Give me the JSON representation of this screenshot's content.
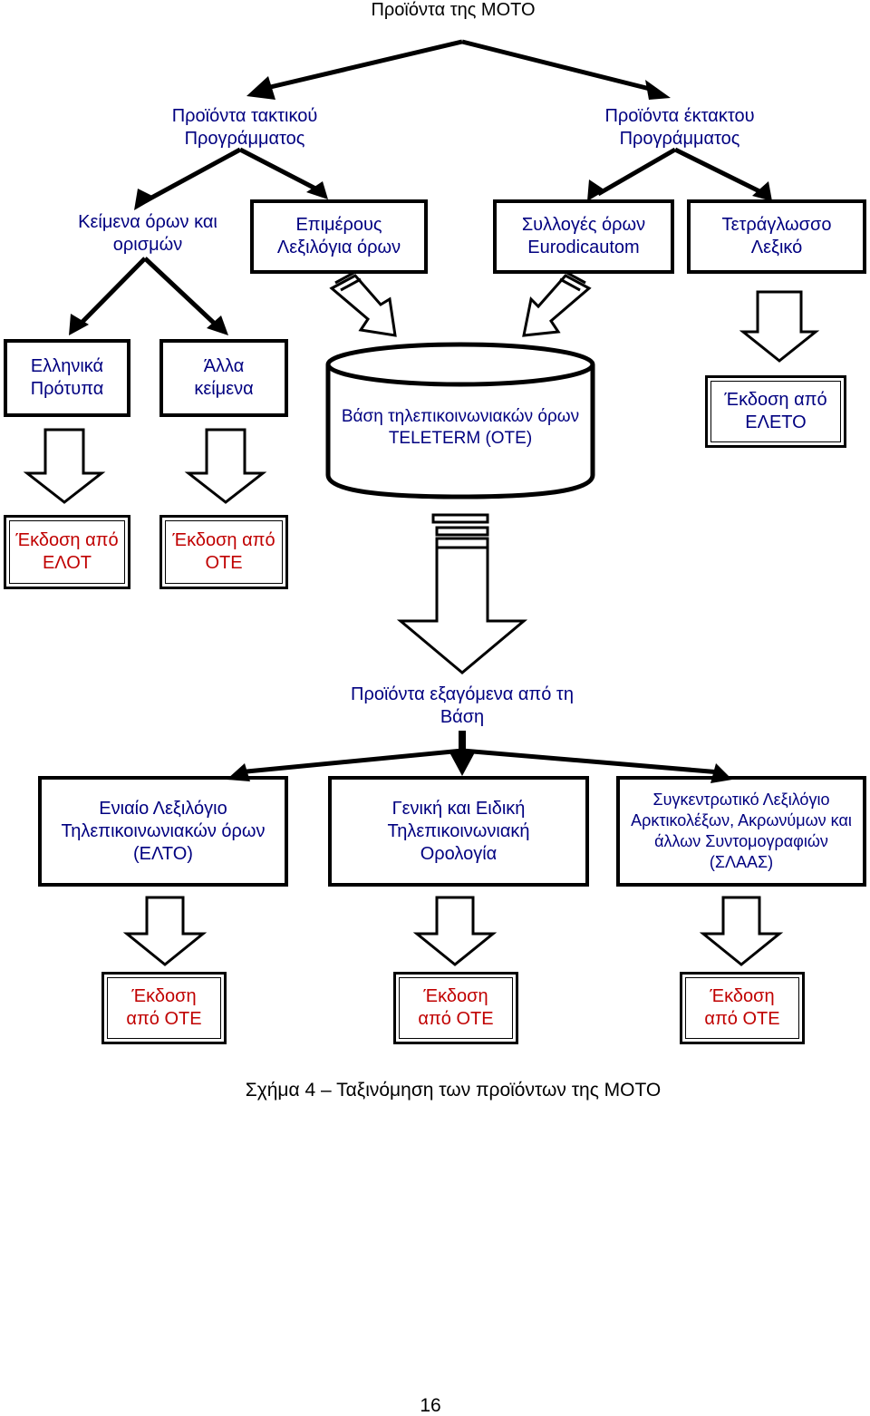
{
  "title": "Προϊόντα της ΜΟΤΟ",
  "regular_products": "Προϊόντα τακτικού Προγράμματος",
  "emergency_products": "Προϊόντα έκτακτου Προγράμματος",
  "row2": {
    "terms_texts": "Κείμενα όρων και ορισμών",
    "partial_glossaries": "Επιμέρους Λεξιλόγια όρων",
    "collections": "Συλλογές όρων Eurodicautom",
    "quadrilingual": "Τετράγλωσσο Λεξικό"
  },
  "row3": {
    "greek_standards": "Ελληνικά Πρότυπα",
    "other_texts": "Άλλα κείμενα",
    "database": "Βάση τηλεπικοινωνιακών όρων TELETERM (ΟΤΕ)",
    "elеto_issue": "Έκδοση από ΕΛΕΤΟ"
  },
  "row4": {
    "elot_issue": "Έκδοση από ΕΛΟΤ",
    "ote_issue": "Έκδοση από ΟΤΕ"
  },
  "db_products": "Προϊόντα εξαγόμενα από τη Βάση",
  "row5": {
    "unified": "Ενιαίο Λεξιλόγιο Τηλεπικοινωνιακών όρων (ΕΛΤΟ)",
    "general": "Γενική και Ειδική Τηλεπικοινωνιακή Ορολογία",
    "central": "Συγκεντρωτικό Λεξιλόγιο Αρκτικολέξων, Ακρωνύμων και άλλων Συντομογραφιών (ΣΛΑΑΣ)"
  },
  "row6": {
    "issue_a": "Έκδοση από ΟΤΕ",
    "issue_b": "Έκδοση από ΟΤΕ",
    "issue_c": "Έκδοση από ΟΤΕ"
  },
  "caption": "Σχήμα 4 – Ταξινόμηση των προϊόντων της ΜΟΤΟ",
  "page_number": "16",
  "colors": {
    "blue_text": "#000080",
    "red_text": "#c00000",
    "line": "#000000"
  }
}
